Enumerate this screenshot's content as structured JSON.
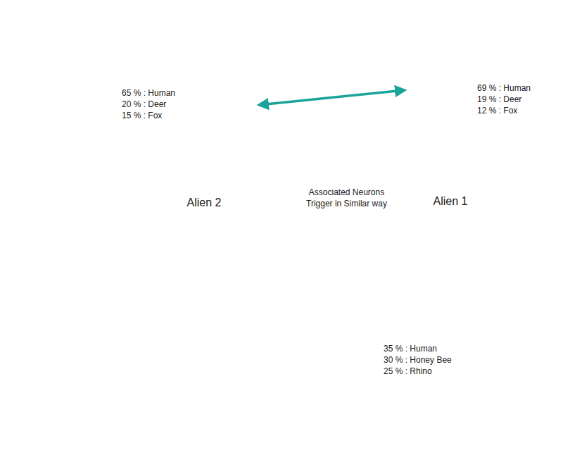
{
  "diagram": {
    "nodes": [
      {
        "text": [
          "65 % : Human",
          "20 % : Deer",
          "15 % : Fox",
          "Alien 2"
        ]
      },
      {
        "text": [
          "69 % : Human",
          "19 % : Deer",
          "12 % : Fox",
          "Alien 1"
        ]
      },
      {
        "text": [
          "35 % : Human",
          "30 % : Honey Bee",
          "25 % : Rhino"
        ]
      }
    ],
    "edges": [
      {
        "from": 0,
        "to": 1,
        "arrow": "both"
      }
    ],
    "labels": [
      "Associated Neurons Trigger in Similar way"
    ]
  }
}
